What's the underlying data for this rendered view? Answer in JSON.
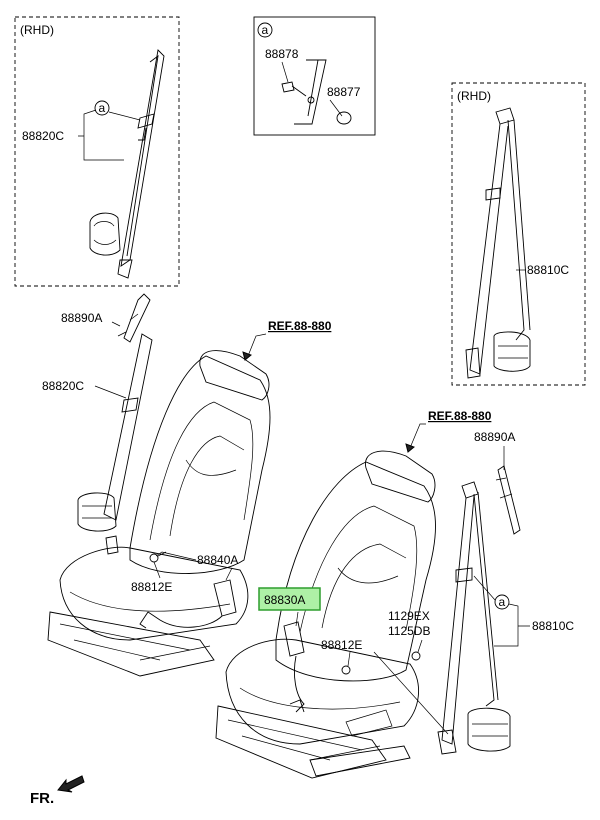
{
  "labels": {
    "rhd_left": "(RHD)",
    "rhd_right": "(RHD)",
    "detail_marker": "a",
    "marker_left_rhd": "a",
    "marker_right_belt": "a",
    "p88820C_rhd": "88820C",
    "p88878": "88878",
    "p88877": "88877",
    "p88810C_rhd": "88810C",
    "p88890A_left": "88890A",
    "p88820C_left": "88820C",
    "ref_left": "REF.88-880",
    "ref_right": "REF.88-880",
    "p88890A_right": "88890A",
    "p88840A": "88840A",
    "p88812E_left": "88812E",
    "p88830A": "88830A",
    "p1129EX": "1129EX",
    "p1125DB": "1125DB",
    "p88812E_right": "88812E",
    "p88810C_right": "88810C",
    "fr": "FR."
  },
  "colors": {
    "highlight_fill": "#aef0a6",
    "highlight_border": "#2f9e2f",
    "line": "#000000"
  }
}
